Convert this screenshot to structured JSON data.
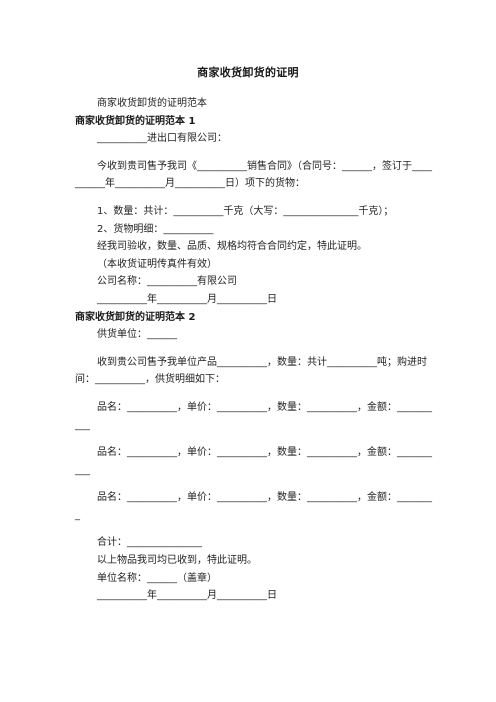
{
  "document": {
    "title": "商家收货卸货的证明",
    "intro": "商家收货卸货的证明范本",
    "section1": {
      "heading": "商家收货卸货的证明范本 1",
      "lines": [
        "__________进出口有限公司：",
        "今收到贵司售予我司《__________销售合同》（合同号：______，签订于__________年__________月__________日）项下的货物：",
        "1、数量：共计：__________千克（大写：_______________千克）；",
        "2、货物明细：__________",
        "经我司验收，数量、品质、规格均符合合同约定，特此证明。",
        "（本收货证明传真件有效）",
        "公司名称：__________有限公司",
        "__________年__________月__________日"
      ]
    },
    "section2": {
      "heading": "商家收货卸货的证明范本 2",
      "lines": [
        "供货单位：______",
        "收到贵公司售予我单位产品__________，数量：共计__________吨；购进时间：__________，供货明细如下：",
        "品名：__________，单价：__________，数量：__________，金额：__________",
        "品名：__________，单价：__________，数量：__________，金额：__________",
        "品名：__________，单价：__________，数量：__________，金额：________",
        "合计：_______________",
        "以上物品我司均已收到，特此证明。",
        "单位名称：______（盖章）",
        "__________年__________月__________日"
      ]
    }
  }
}
